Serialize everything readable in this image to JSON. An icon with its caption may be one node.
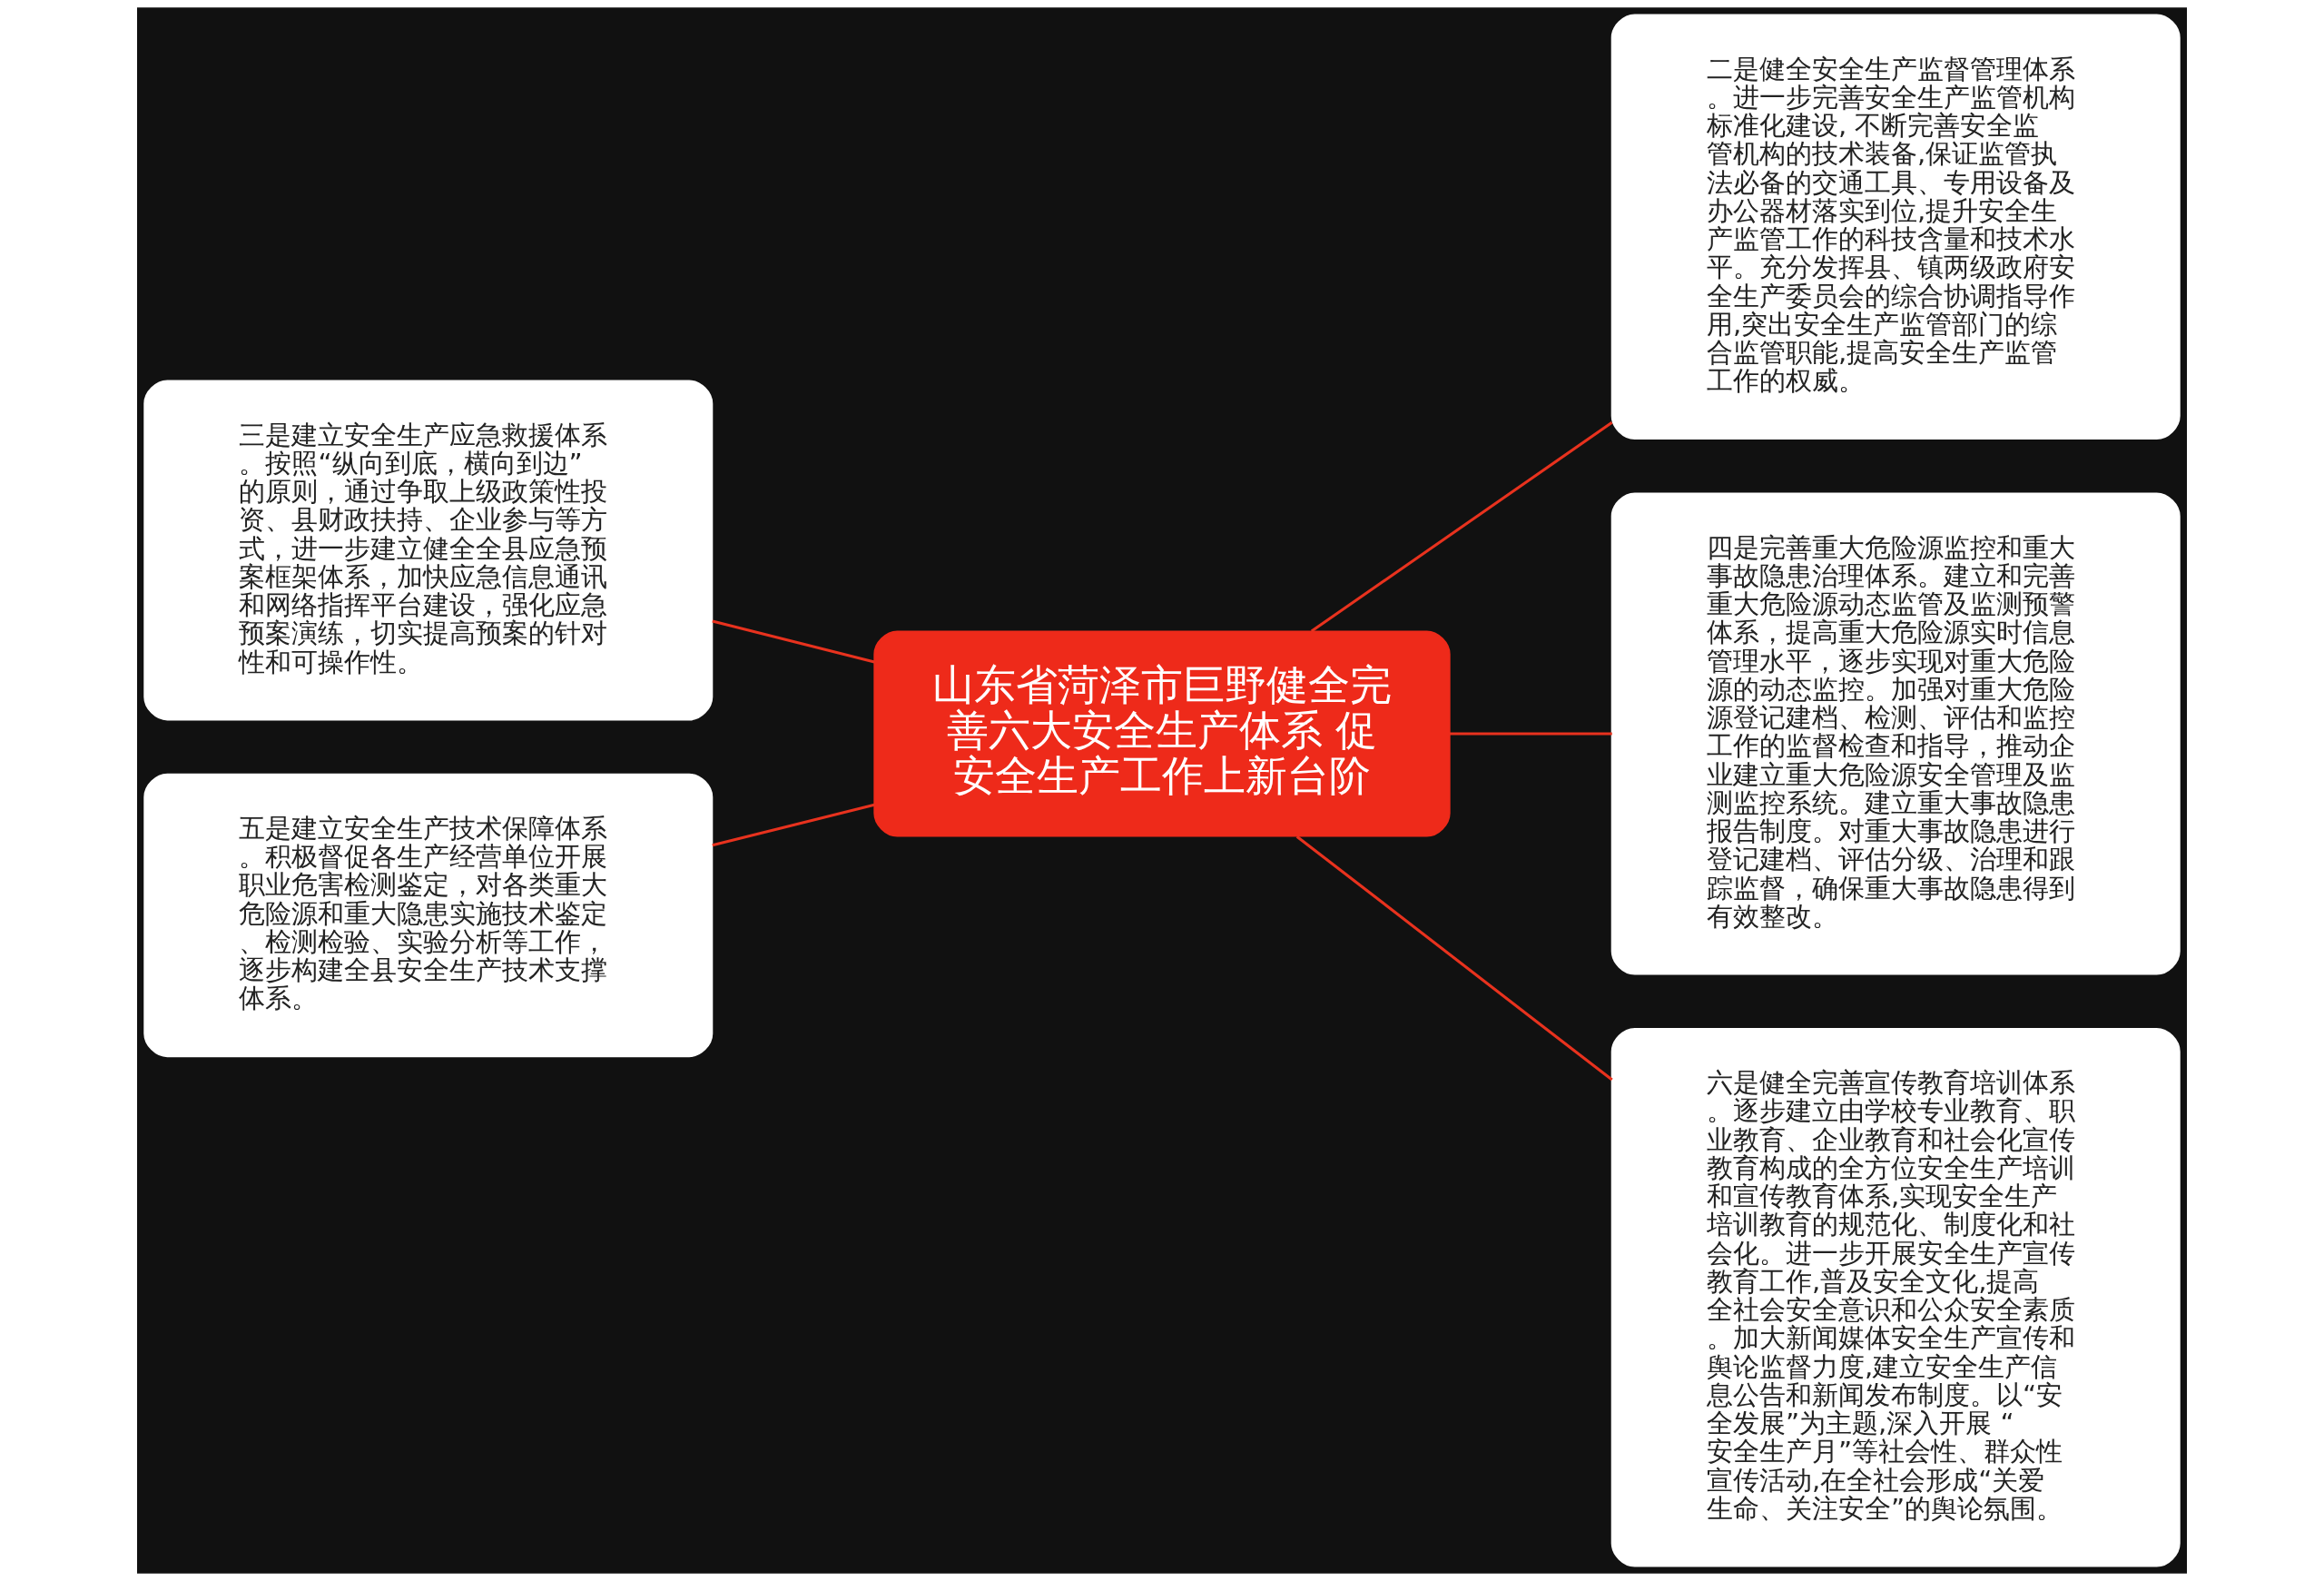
{
  "diagram": {
    "nodes": [
      {
        "text": [
          "山东省菏泽市巨野健全完善六大安全生产体系 促安全生产工作上新台阶"
        ]
      },
      {
        "text": [
          "二是健全安全生产监督管理体系。进一步完善安全生产监管机构标准化建设, 不断完善安全监管机构的技术装备,保证监管执法必备的交通工具、专用设备及办公器材落实到位,提升安全生产监管工作的科技含量和技术水平。充分发挥县、镇两级政府安全生产委员会的综合协调指导作用,突出安全生产监管部门的综合监管职能,提高安全生产监管工作的权威。"
        ]
      },
      {
        "text": [
          "三是建立安全生产应急救援体系。按照“纵向到底，横向到边”的原则，通过争取上级政策性投资、县财政扶持、企业参与等方式，进一步建立健全全县应急预案框架体系，加快应急信息通讯和网络指挥平台建设，强化应急预案演练，切实提高预案的针对性和可操作性。"
        ]
      },
      {
        "text": [
          "四是完善重大危险源监控和重大事故隐患治理体系。建立和完善重大危险源动态监管及监测预警体系，提高重大危险源实时信息管理水平，逐步实现对重大危险源的动态监控。加强对重大危险源登记建档、检测、评估和监控工作的监督检查和指导，推动企业建立重大危险源安全管理及监测监控系统。建立重大事故隐患报告制度。对重大事故隐患进行登记建档、评估分级、治理和跟踪监督，确保重大事故隐患得到有效整改。"
        ]
      },
      {
        "text": [
          "五是建立安全生产技术保障体系。积极督促各生产经营单位开展职业危害检测鉴定，对各类重大危险源和重大隐患实施技术鉴定、检测检验、实验分析等工作，逐步构建全县安全生产技术支撑体系。"
        ]
      },
      {
        "text": [
          "六是健全完善宣传教育培训体系。逐步建立由学校专业教育、职业教育、企业教育和社会化宣传教育构成的全方位安全生产培训和宣传教育体系,实现安全生产培训教育的规范化、制度化和社会化。进一步开展安全生产宣传教育工作,普及安全文化,提高全社会安全意识和公众安全素质。加大新闻媒体安全生产宣传和舆论监督力度,建立安全生产信息公告和新闻发布制度。以“安全发展”为主题,深入开展 “安全生产月”等社会性、群众性宣传活动,在全社会形成“关爱生命、关注安全”的舆论氛围。"
        ]
      }
    ],
    "edges": [
      {
        "from": 0,
        "to": 1,
        "arrow": "none"
      },
      {
        "from": 0,
        "to": 2,
        "arrow": "none"
      },
      {
        "from": 0,
        "to": 3,
        "arrow": "none"
      },
      {
        "from": 0,
        "to": 4,
        "arrow": "none"
      },
      {
        "from": 0,
        "to": 5,
        "arrow": "none"
      }
    ]
  }
}
